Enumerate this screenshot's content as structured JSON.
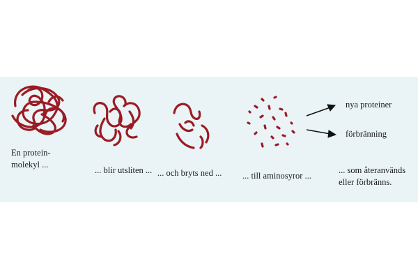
{
  "colors": {
    "panel": "#eaf4f6",
    "molecule": "#9b1b24",
    "arrow": "#111111"
  },
  "labels": {
    "protein_molecule_line1": "En protein-",
    "protein_molecule_line2": "molekyl ...",
    "worn_out": "... blir utsliten ...",
    "broken_down": "... och bryts ned ...",
    "amino_acids": "... till aminosyror ...",
    "reused_line1": "... som återanvänds",
    "reused_line2": "eller förbränns.",
    "new_proteins": "nya proteiner",
    "combustion": "förbränning"
  }
}
